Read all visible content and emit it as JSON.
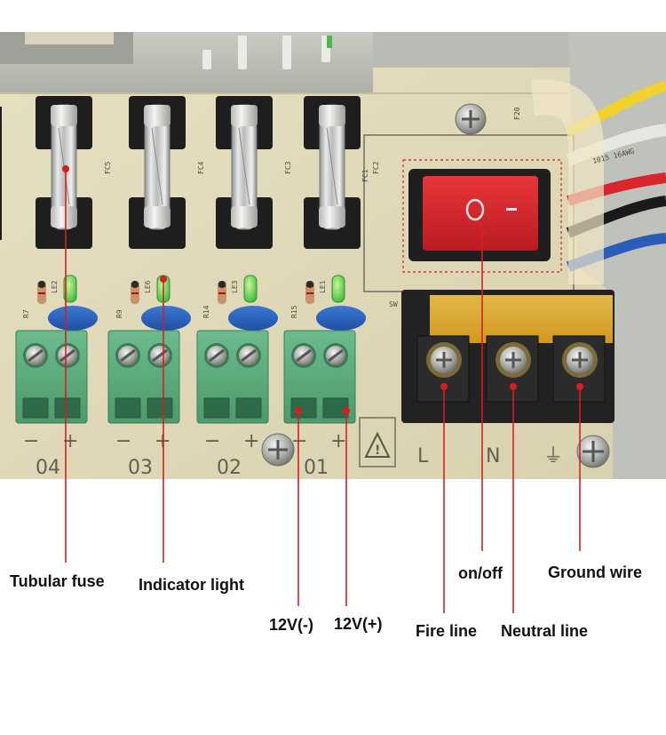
{
  "photo": {
    "channels": [
      {
        "number": "04",
        "minus": "−",
        "plus": "+",
        "fuse_ref": "FC5",
        "led_ref": "LE2",
        "resistor_ref": "R7"
      },
      {
        "number": "03",
        "minus": "−",
        "plus": "+",
        "fuse_ref": "FC4",
        "led_ref": "LE6",
        "resistor_ref": "R9"
      },
      {
        "number": "02",
        "minus": "−",
        "plus": "+",
        "fuse_ref": "FC3",
        "led_ref": "LE3",
        "resistor_ref": "R14"
      },
      {
        "number": "01",
        "minus": "−",
        "plus": "+",
        "fuse_ref": "FC2",
        "led_ref": "LE1",
        "resistor_ref": "R15"
      }
    ],
    "fc1": "FC1",
    "switch_ref": "SW",
    "board_ref": "F20",
    "mains_terminals": [
      "L",
      "N",
      "⏚"
    ],
    "wire_text": "1015 16AWG"
  },
  "callouts": {
    "tubular_fuse": "Tubular fuse",
    "indicator_light": "Indicator light",
    "v_minus": "12V(-)",
    "v_plus": "12V(+)",
    "on_off": "on/off",
    "fire_line": "Fire line",
    "neutral_line": "Neutral line",
    "ground_wire": "Ground wire"
  },
  "colors": {
    "callout_line": "#d42020",
    "pcb": "#dfd8b6",
    "terminal_green": "#5fae80",
    "switch_red": "#d8242b",
    "fuse_holder": "#1e1e1e"
  }
}
